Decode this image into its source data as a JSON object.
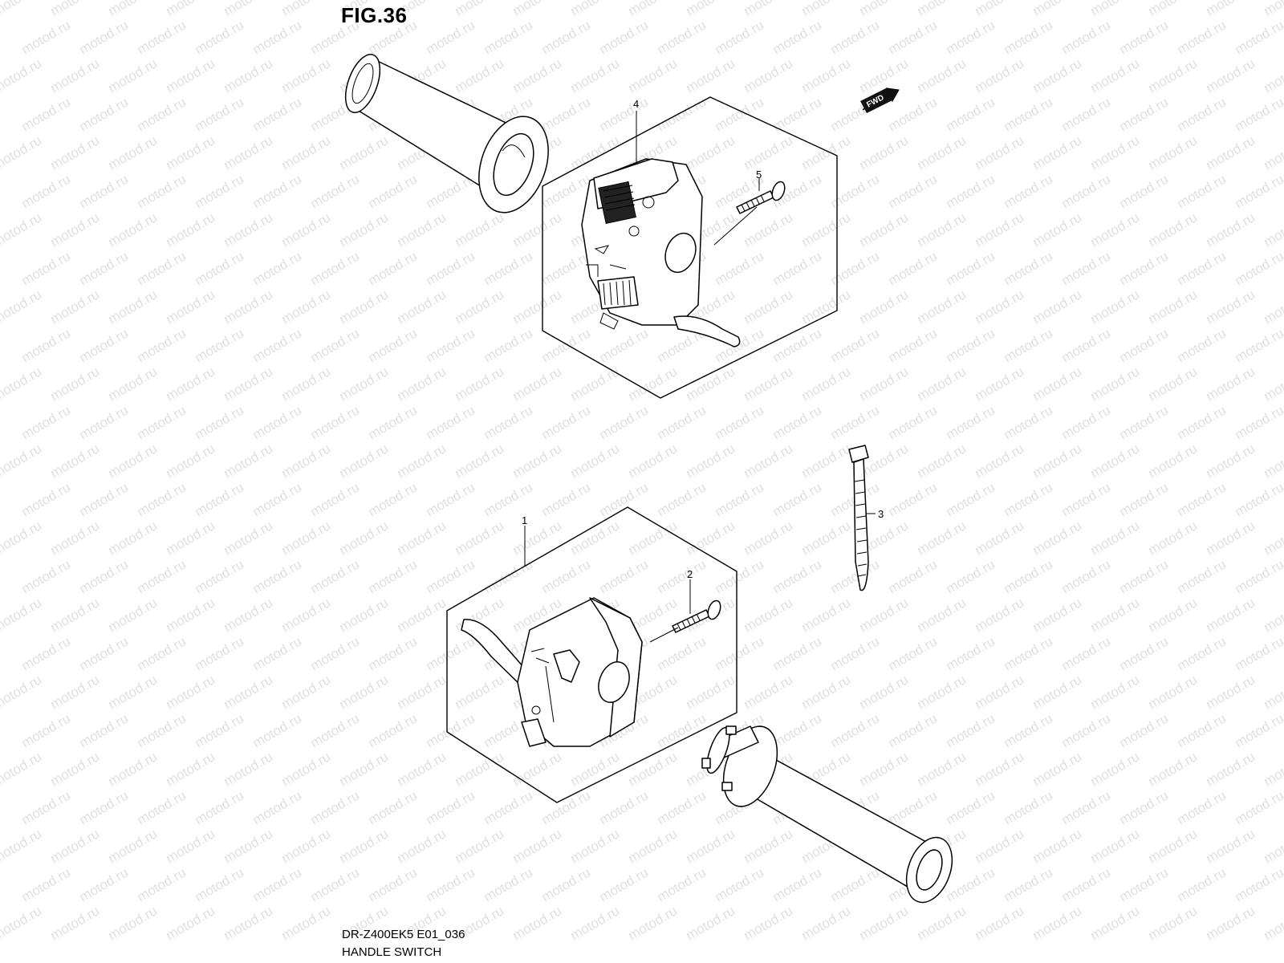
{
  "figure": {
    "title": "FIG.36",
    "model_code": "DR-Z400EK5 E01_036",
    "section_name": "HANDLE SWITCH"
  },
  "direction_badge": {
    "label": "FWD",
    "icon": "fwd-arrow-icon"
  },
  "watermark": {
    "text": "motod.ru"
  },
  "callouts": [
    {
      "id": "1",
      "part": "left-handle-switch-assembly"
    },
    {
      "id": "2",
      "part": "left-switch-screw"
    },
    {
      "id": "3",
      "part": "cable-tie"
    },
    {
      "id": "4",
      "part": "right-handle-switch-assembly"
    },
    {
      "id": "5",
      "part": "right-switch-screw"
    }
  ]
}
